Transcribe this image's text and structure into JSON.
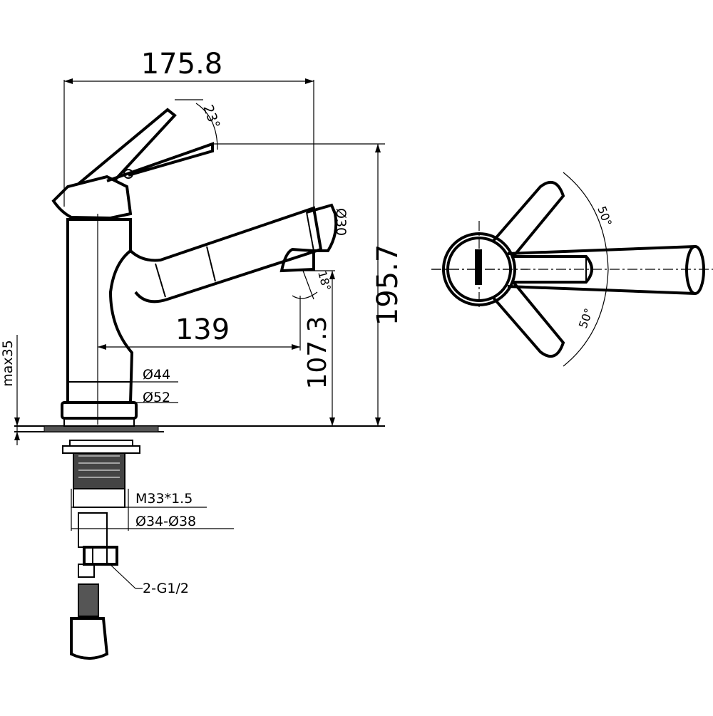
{
  "side_view": {
    "width_dim": "175.8",
    "height_dim": "195.7",
    "reach_dim": "139",
    "spout_height_dim": "107.3",
    "deck_max_dim": "max35",
    "lever_angle": "23°",
    "spray_dia": "Ø30",
    "spray_angle": "18°",
    "body_dia_upper": "Ø44",
    "body_dia_lower": "Ø52",
    "thread": "M33*1.5",
    "hole_range": "Ø34-Ø38",
    "hoses": "2-G1/2"
  },
  "top_view": {
    "angle_upper": "50°",
    "angle_lower": "50°"
  }
}
